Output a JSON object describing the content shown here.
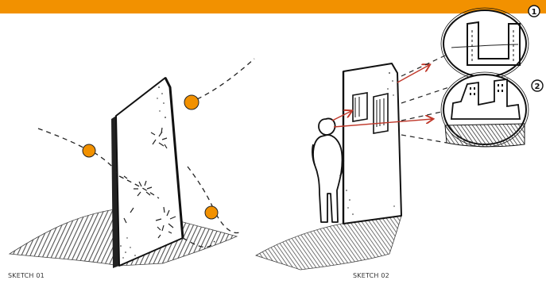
{
  "colors": {
    "accent": "#F29100",
    "ink": "#111111",
    "arrow": "#C0392B",
    "shadow": "#666666"
  },
  "captions": {
    "sketch1": "SKETCH 01",
    "sketch2": "SKETCH 02"
  },
  "callouts": {
    "first": "1",
    "second": "2"
  }
}
